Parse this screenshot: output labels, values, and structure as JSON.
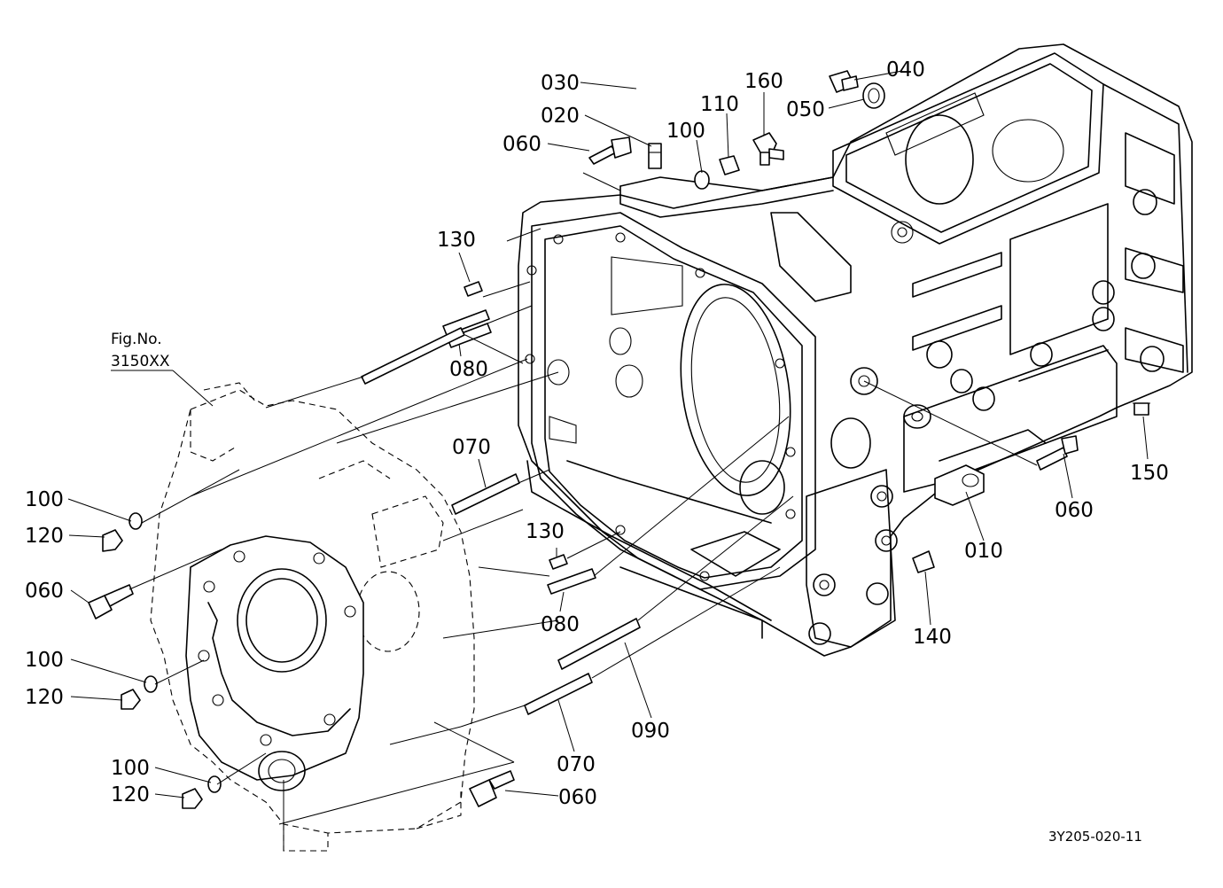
{
  "labels": {
    "p010": "010",
    "p020": "020",
    "p030": "030",
    "p040": "040",
    "p050": "050",
    "p060": "060",
    "p070": "070",
    "p080": "080",
    "p090": "090",
    "p100": "100",
    "p110": "110",
    "p120": "120",
    "p130": "130",
    "p140": "140",
    "p150": "150",
    "p160": "160"
  },
  "fig_ref": {
    "line1": "Fig.No.",
    "line2": "3150XX"
  },
  "drawing_code": "3Y205-020-11"
}
